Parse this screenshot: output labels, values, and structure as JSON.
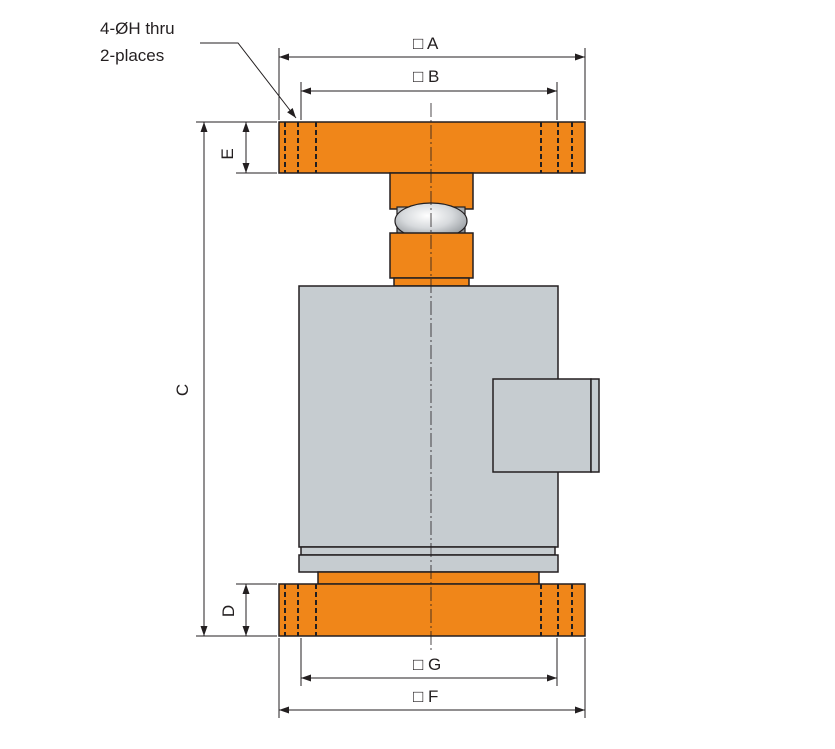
{
  "note": {
    "line1": "4-ØH thru",
    "line2": "2-places"
  },
  "dimensions": {
    "A": "□ A",
    "B": "□ B",
    "C": "C",
    "D": "D",
    "E": "E",
    "F": "□ F",
    "G": "□ G"
  },
  "colors": {
    "flange": "#f08619",
    "body": "#c6ccd0",
    "ball": "#c9ccd0",
    "line": "#231f20"
  }
}
